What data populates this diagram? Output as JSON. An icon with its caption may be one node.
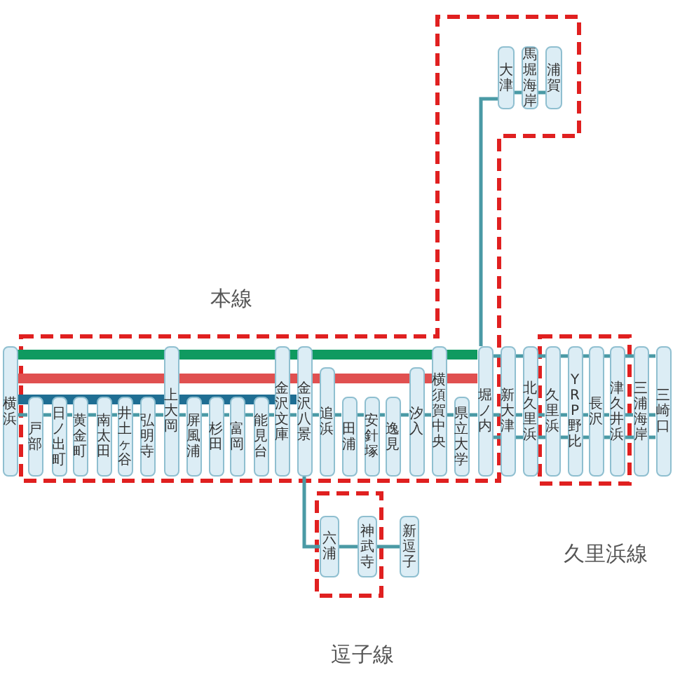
{
  "diagram": {
    "nodes": [
      {
        "text": [
          "横浜"
        ]
      },
      {
        "text": [
          "戸部"
        ]
      },
      {
        "text": [
          "日ノ出町"
        ]
      },
      {
        "text": [
          "黄金町"
        ]
      },
      {
        "text": [
          "南太田"
        ]
      },
      {
        "text": [
          "井土ヶ谷"
        ]
      },
      {
        "text": [
          "弘明寺"
        ]
      },
      {
        "text": [
          "上大岡"
        ]
      },
      {
        "text": [
          "屏風浦"
        ]
      },
      {
        "text": [
          "杉田"
        ]
      },
      {
        "text": [
          "富岡"
        ]
      },
      {
        "text": [
          "能見台"
        ]
      },
      {
        "text": [
          "金沢文庫"
        ]
      },
      {
        "text": [
          "金沢八景"
        ]
      },
      {
        "text": [
          "追浜"
        ]
      },
      {
        "text": [
          "田浦"
        ]
      },
      {
        "text": [
          "安針塚"
        ]
      },
      {
        "text": [
          "逸見"
        ]
      },
      {
        "text": [
          "汐入"
        ]
      },
      {
        "text": [
          "横須賀中央"
        ]
      },
      {
        "text": [
          "県立大学"
        ]
      },
      {
        "text": [
          "堀ノ内"
        ]
      },
      {
        "text": [
          "新大津"
        ]
      },
      {
        "text": [
          "北久里浜"
        ]
      },
      {
        "text": [
          "久里浜"
        ]
      },
      {
        "text": [
          "YRP野比"
        ]
      },
      {
        "text": [
          "長沢"
        ]
      },
      {
        "text": [
          "津久井浜"
        ]
      },
      {
        "text": [
          "三浦海岸"
        ]
      },
      {
        "text": [
          "三崎口"
        ]
      },
      {
        "text": [
          "大津"
        ]
      },
      {
        "text": [
          "馬堀海岸"
        ]
      },
      {
        "text": [
          "浦賀"
        ]
      },
      {
        "text": [
          "六浦"
        ]
      },
      {
        "text": [
          "神武寺"
        ]
      },
      {
        "text": [
          "新逗子"
        ]
      }
    ],
    "edges": [
      {
        "from": 0,
        "to": 1,
        "arrow": "none"
      },
      {
        "from": 1,
        "to": 2,
        "arrow": "none"
      },
      {
        "from": 2,
        "to": 3,
        "arrow": "none"
      },
      {
        "from": 3,
        "to": 4,
        "arrow": "none"
      },
      {
        "from": 4,
        "to": 5,
        "arrow": "none"
      },
      {
        "from": 5,
        "to": 6,
        "arrow": "none"
      },
      {
        "from": 6,
        "to": 7,
        "arrow": "none"
      },
      {
        "from": 7,
        "to": 8,
        "arrow": "none"
      },
      {
        "from": 8,
        "to": 9,
        "arrow": "none"
      },
      {
        "from": 9,
        "to": 10,
        "arrow": "none"
      },
      {
        "from": 10,
        "to": 11,
        "arrow": "none"
      },
      {
        "from": 11,
        "to": 12,
        "arrow": "none"
      },
      {
        "from": 12,
        "to": 13,
        "arrow": "none"
      },
      {
        "from": 13,
        "to": 14,
        "arrow": "none"
      },
      {
        "from": 14,
        "to": 15,
        "arrow": "none"
      },
      {
        "from": 15,
        "to": 16,
        "arrow": "none"
      },
      {
        "from": 16,
        "to": 17,
        "arrow": "none"
      },
      {
        "from": 17,
        "to": 18,
        "arrow": "none"
      },
      {
        "from": 18,
        "to": 19,
        "arrow": "none"
      },
      {
        "from": 19,
        "to": 20,
        "arrow": "none"
      },
      {
        "from": 20,
        "to": 21,
        "arrow": "none"
      },
      {
        "from": 21,
        "to": 22,
        "arrow": "none"
      },
      {
        "from": 22,
        "to": 23,
        "arrow": "none"
      },
      {
        "from": 23,
        "to": 24,
        "arrow": "none"
      },
      {
        "from": 24,
        "to": 25,
        "arrow": "none"
      },
      {
        "from": 25,
        "to": 26,
        "arrow": "none"
      },
      {
        "from": 26,
        "to": 27,
        "arrow": "none"
      },
      {
        "from": 27,
        "to": 28,
        "arrow": "none"
      },
      {
        "from": 28,
        "to": 29,
        "arrow": "none"
      },
      {
        "from": 21,
        "to": 30,
        "arrow": "none"
      },
      {
        "from": 30,
        "to": 31,
        "arrow": "none"
      },
      {
        "from": 31,
        "to": 32,
        "arrow": "none"
      },
      {
        "from": 13,
        "to": 33,
        "arrow": "none"
      },
      {
        "from": 33,
        "to": 34,
        "arrow": "none"
      },
      {
        "from": 34,
        "to": 35,
        "arrow": "none"
      },
      {
        "from": 0,
        "to": 21,
        "arrow": "none",
        "style": "thick",
        "color": "#0f9a60"
      },
      {
        "from": 0,
        "to": 21,
        "arrow": "none",
        "style": "thick",
        "color": "#e05050"
      },
      {
        "from": 0,
        "to": 13,
        "arrow": "none",
        "style": "thick",
        "color": "#1f6e93"
      },
      {
        "from": 21,
        "to": 29,
        "arrow": "none"
      },
      {
        "from": 21,
        "to": 29,
        "arrow": "none"
      }
    ],
    "labels": [
      "本線",
      "久里浜線",
      "逗子線"
    ]
  }
}
